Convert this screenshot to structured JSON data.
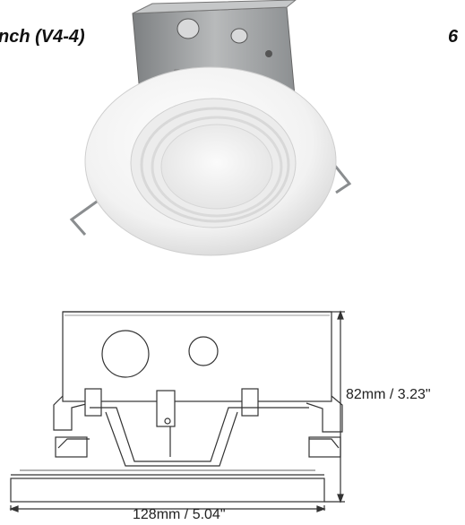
{
  "heading": {
    "left_text": "nch (V4-4)",
    "right_text": "6"
  },
  "dimensions": {
    "height_label": "82mm / 3.23\"",
    "width_label": "128mm / 5.04\""
  },
  "colors": {
    "junction_box": "#9ea1a3",
    "trim_white": "#f4f4f4",
    "line": "#333333"
  }
}
